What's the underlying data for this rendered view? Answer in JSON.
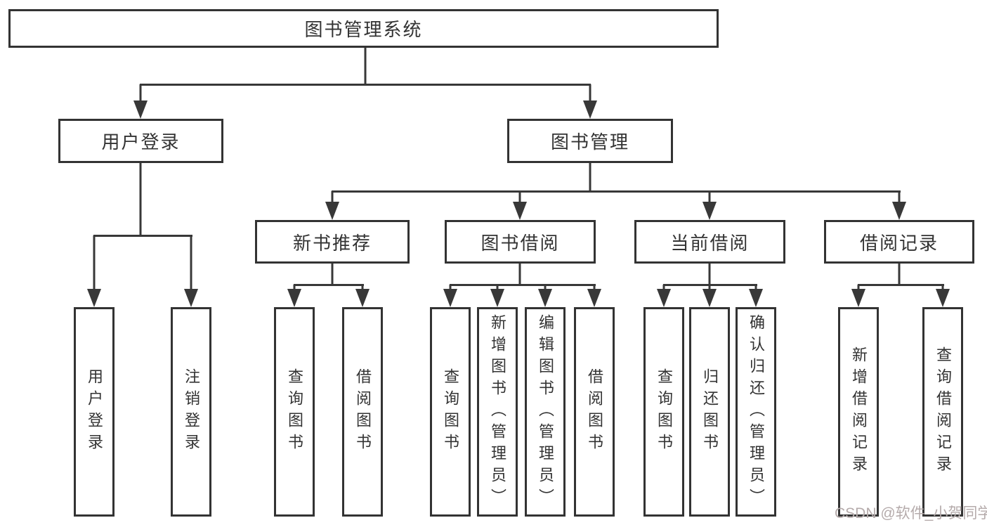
{
  "diagram": {
    "root": {
      "label": "图书管理系统"
    },
    "level2": [
      {
        "label": "用户登录"
      },
      {
        "label": "图书管理"
      }
    ],
    "level3": [
      {
        "label": "新书推荐",
        "parent": "图书管理"
      },
      {
        "label": "图书借阅",
        "parent": "图书管理"
      },
      {
        "label": "当前借阅",
        "parent": "图书管理"
      },
      {
        "label": "借阅记录",
        "parent": "图书管理"
      }
    ],
    "leaves": [
      {
        "label": "用户登录",
        "parent": "用户登录"
      },
      {
        "label": "注销登录",
        "parent": "用户登录"
      },
      {
        "label": "查询图书",
        "parent": "新书推荐"
      },
      {
        "label": "借阅图书",
        "parent": "新书推荐"
      },
      {
        "label": "查询图书",
        "parent": "图书借阅"
      },
      {
        "label": "新增图书（管理员）",
        "parent": "图书借阅"
      },
      {
        "label": "编辑图书（管理员）",
        "parent": "图书借阅"
      },
      {
        "label": "借阅图书",
        "parent": "图书借阅"
      },
      {
        "label": "查询图书",
        "parent": "当前借阅"
      },
      {
        "label": "归还图书",
        "parent": "当前借阅"
      },
      {
        "label": "确认归还（管理员）",
        "parent": "当前借阅"
      },
      {
        "label": "新增借阅记录",
        "parent": "借阅记录"
      },
      {
        "label": "查询借阅记录",
        "parent": "借阅记录"
      }
    ],
    "colors": {
      "line": "#383838",
      "border": "#333333",
      "text": "#333333",
      "background": "#ffffff",
      "watermark": "#b5abab"
    }
  },
  "watermark": {
    "text": "CSDN @软件_小贺同学"
  }
}
